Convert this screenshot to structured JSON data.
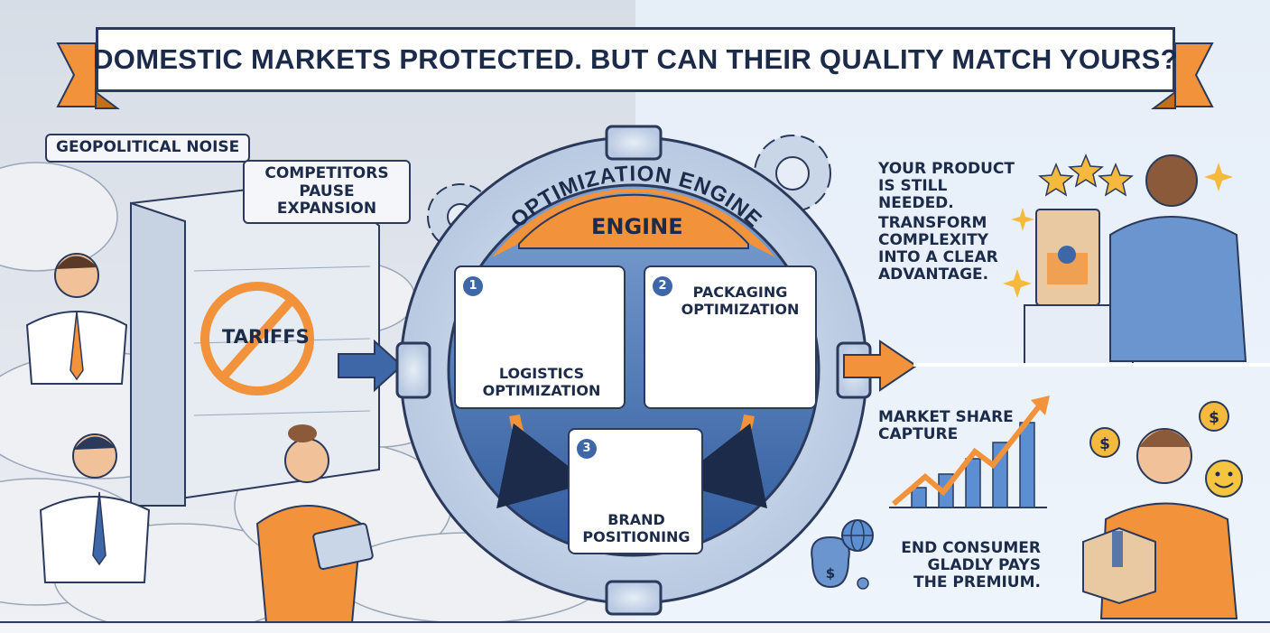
{
  "banner": {
    "title": "DOMESTIC MARKETS PROTECTED. BUT CAN THEIR QUALITY MATCH YOURS?"
  },
  "left": {
    "noise_label": "GEOPOLITICAL NOISE",
    "competitors_label": "COMPETITORS PAUSE EXPANSION",
    "wall_sign": "TARIFFS"
  },
  "engine": {
    "arc_title": "OPTIMIZATION ENGINE",
    "badge": "ENGINE",
    "steps": [
      {
        "number": "1",
        "title": "LOGISTICS OPTIMIZATION"
      },
      {
        "number": "2",
        "title": "PACKAGING OPTIMIZATION"
      },
      {
        "number": "3",
        "title": "BRAND POSITIONING"
      }
    ]
  },
  "right": {
    "needed_text": "YOUR PRODUCT IS STILL NEEDED.",
    "transform_text": "TRANSFORM COMPLEXITY INTO A CLEAR ADVANTAGE.",
    "market_text": "MARKET SHARE CAPTURE",
    "consumer_text": "END CONSUMER GLADLY PAYS THE PREMIUM."
  },
  "colors": {
    "accent_orange": "#f2923a",
    "accent_blue": "#3e67a8",
    "navy": "#1d2b4a",
    "gear_fill": "#c9d6e8"
  },
  "icons": [
    "globe-icon",
    "map-pin-icon",
    "box-icon",
    "crown-icon",
    "star-icon",
    "dollar-icon",
    "smiley-icon",
    "arrow-icon",
    "gear-icon"
  ]
}
